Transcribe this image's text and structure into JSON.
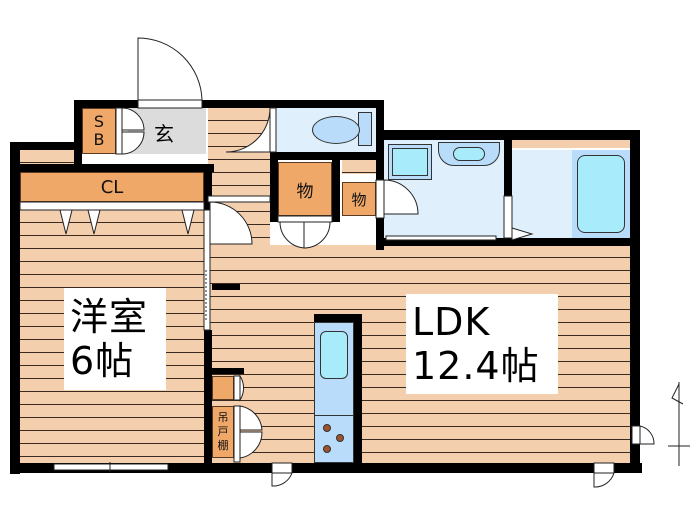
{
  "floorplan": {
    "type": "1LDK",
    "rooms": {
      "western_room": {
        "name": "洋室",
        "size": "6帖"
      },
      "ldk": {
        "name": "LDK",
        "size": "12.4帖"
      },
      "entrance": {
        "label": "玄"
      },
      "shoe_box": {
        "label_line1": "S",
        "label_line2": "B"
      },
      "closet": {
        "label": "CL"
      },
      "storage_1": {
        "label": "物"
      },
      "storage_2": {
        "label": "物"
      },
      "hanging_cabinet": {
        "label_line1": "吊",
        "label_line2": "戸",
        "label_line3": "棚"
      }
    },
    "colors": {
      "wall": "#000000",
      "flooring": "#f4cfae",
      "storage": "#f0a868",
      "wet_area": "#dff0fc",
      "fixture": "#a8ecfc",
      "entrance_tile": "#dcdcdc",
      "burner": "#a0522d"
    }
  }
}
